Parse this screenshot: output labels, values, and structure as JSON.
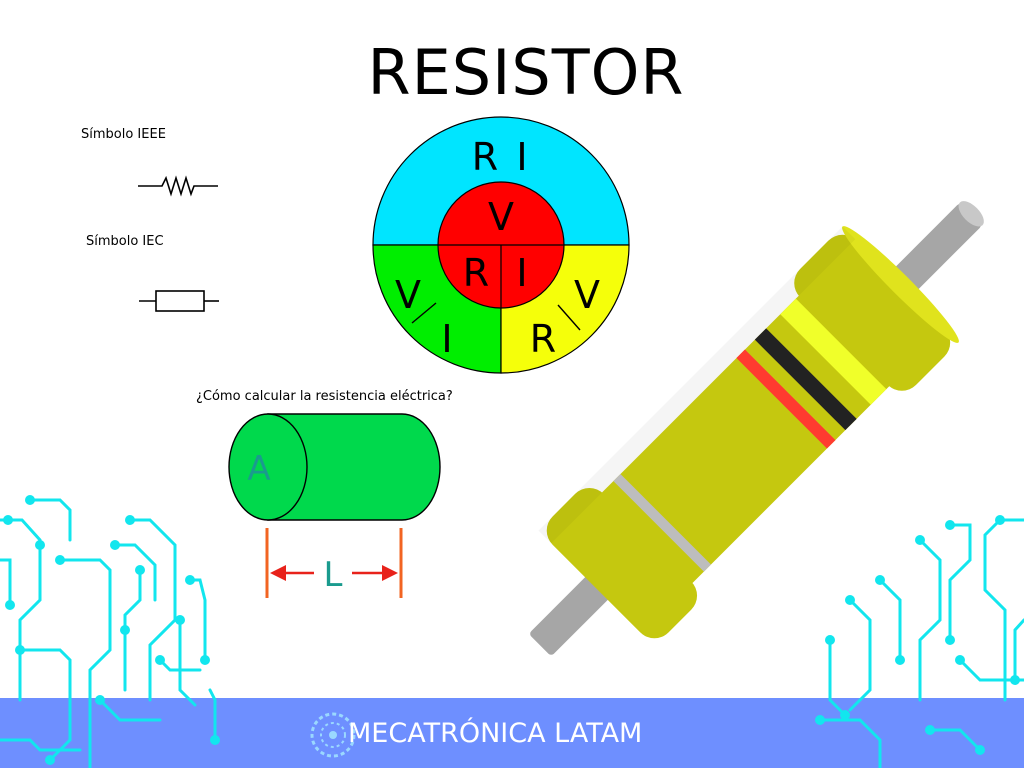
{
  "title": "RESISTOR",
  "symbols": {
    "ieee_label": "Símbolo IEEE",
    "iec_label": "Símbolo IEC"
  },
  "ohm_wheel": {
    "top_left": "R",
    "top_right": "I",
    "center_top": "V",
    "center_left": "R",
    "center_right": "I",
    "left_top": "V",
    "left_bottom": "I",
    "right_top": "V",
    "right_bottom": "R",
    "colors": {
      "outer_top": "#00e5ff",
      "outer_left": "#00ee00",
      "outer_right": "#f5ff0a",
      "center": "#ff0000"
    }
  },
  "calc": {
    "question": "¿Cómo calcular la resistencia eléctrica?",
    "area_label": "A",
    "length_label": "L",
    "cylinder_color": "#00d94c"
  },
  "resistor": {
    "body_color": "#c5c80f",
    "bands": [
      "#bdbdbd",
      "#ff3b30",
      "#222222",
      "#f0ff2a"
    ]
  },
  "footer": {
    "brand": "MECATRÓNICA LATAM",
    "color": "#6e8fff",
    "logo_icon": "mecatronica-logo-icon",
    "decoration_icon": "circuit-traces-icon"
  }
}
